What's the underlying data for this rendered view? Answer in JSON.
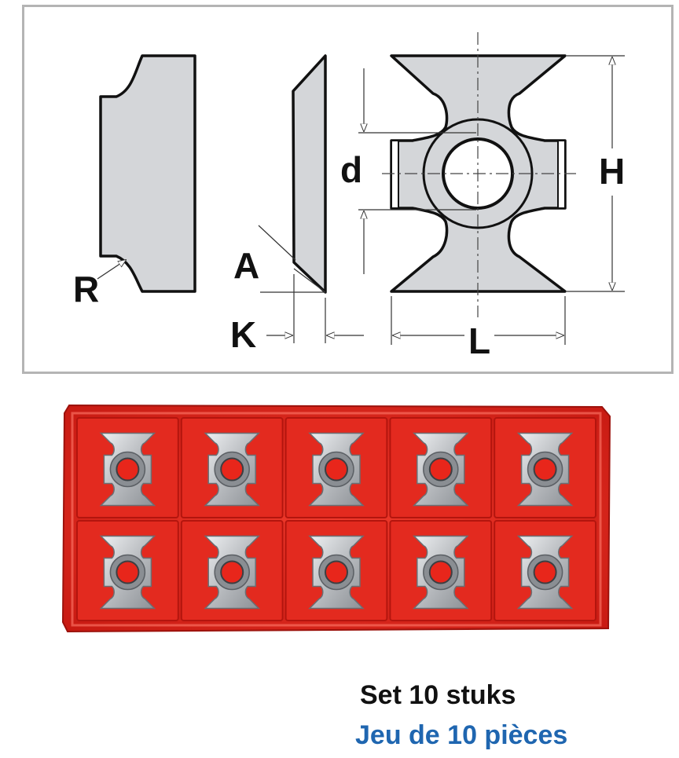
{
  "diagram": {
    "labels": {
      "radius": "R",
      "angle": "A",
      "thickness": "K",
      "bore": "d",
      "height": "H",
      "length": "L"
    }
  },
  "product": {
    "caption_nl": "Set 10 stuks",
    "caption_fr": "Jeu de 10 pièces",
    "caption_fr_color": "#1f66b0",
    "tray_color": "#e0261c",
    "insert_count": 10,
    "insert_rows": 2,
    "insert_cols": 5
  },
  "colors": {
    "part_fill": "#d4d6d9",
    "outline": "#111111",
    "dim_line": "#333333"
  }
}
